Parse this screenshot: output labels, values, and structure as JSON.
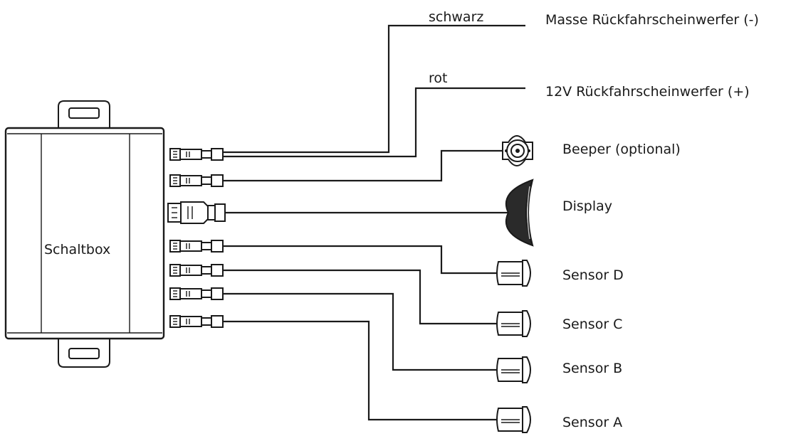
{
  "box": {
    "label": "Schaltbox"
  },
  "wires": {
    "black": {
      "color_label": "schwarz",
      "description": "Masse Rückfahrscheinwerfer (-)"
    },
    "red": {
      "color_label": "rot",
      "description": "12V Rückfahrscheinwerfer (+)"
    }
  },
  "devices": {
    "beeper": "Beeper (optional)",
    "display": "Display",
    "sensor_d": "Sensor D",
    "sensor_c": "Sensor C",
    "sensor_b": "Sensor B",
    "sensor_a": "Sensor A"
  }
}
